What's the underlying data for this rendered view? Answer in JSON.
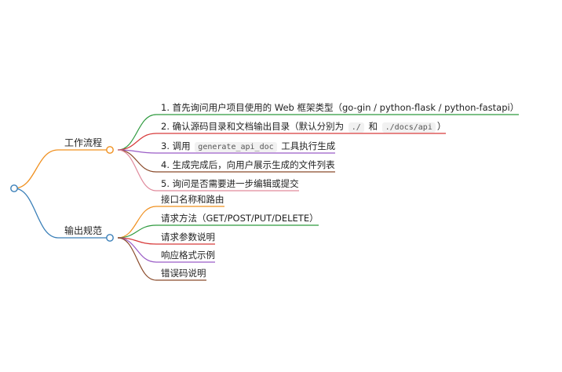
{
  "root": {
    "color": "#3a7fb8"
  },
  "branches": [
    {
      "id": "workflow",
      "label": "工作流程",
      "color": "#f0901f",
      "items": [
        {
          "parts": [
            {
              "text": "1. 首先询问用户项目使用的 Web 框架类型（go-gin / python-flask / python-fastapi）"
            }
          ],
          "color": "#2e9a3e"
        },
        {
          "parts": [
            {
              "text": "2. 确认源码目录和文档输出目录（默认分别为 "
            },
            {
              "code": "./"
            },
            {
              "text": " 和 "
            },
            {
              "code": "./docs/api"
            },
            {
              "text": "）"
            }
          ],
          "color": "#d83a3a"
        },
        {
          "parts": [
            {
              "text": "3. 调用 "
            },
            {
              "code": "generate_api_doc"
            },
            {
              "text": " 工具执行生成"
            }
          ],
          "color": "#9a5cc6"
        },
        {
          "parts": [
            {
              "text": "4. 生成完成后，向用户展示生成的文件列表"
            }
          ],
          "color": "#8a4a2a"
        },
        {
          "parts": [
            {
              "text": "5. 询问是否需要进一步编辑或提交"
            }
          ],
          "color": "#e08a9c"
        }
      ]
    },
    {
      "id": "output-spec",
      "label": "输出规范",
      "color": "#3a7fb8",
      "items": [
        {
          "parts": [
            {
              "text": "接口名称和路由"
            }
          ],
          "color": "#f0901f"
        },
        {
          "parts": [
            {
              "text": "请求方法（GET/POST/PUT/DELETE）"
            }
          ],
          "color": "#2e9a3e"
        },
        {
          "parts": [
            {
              "text": "请求参数说明"
            }
          ],
          "color": "#d83a3a"
        },
        {
          "parts": [
            {
              "text": "响应格式示例"
            }
          ],
          "color": "#9a5cc6"
        },
        {
          "parts": [
            {
              "text": "错误码说明"
            }
          ],
          "color": "#8a4a2a"
        }
      ]
    }
  ]
}
